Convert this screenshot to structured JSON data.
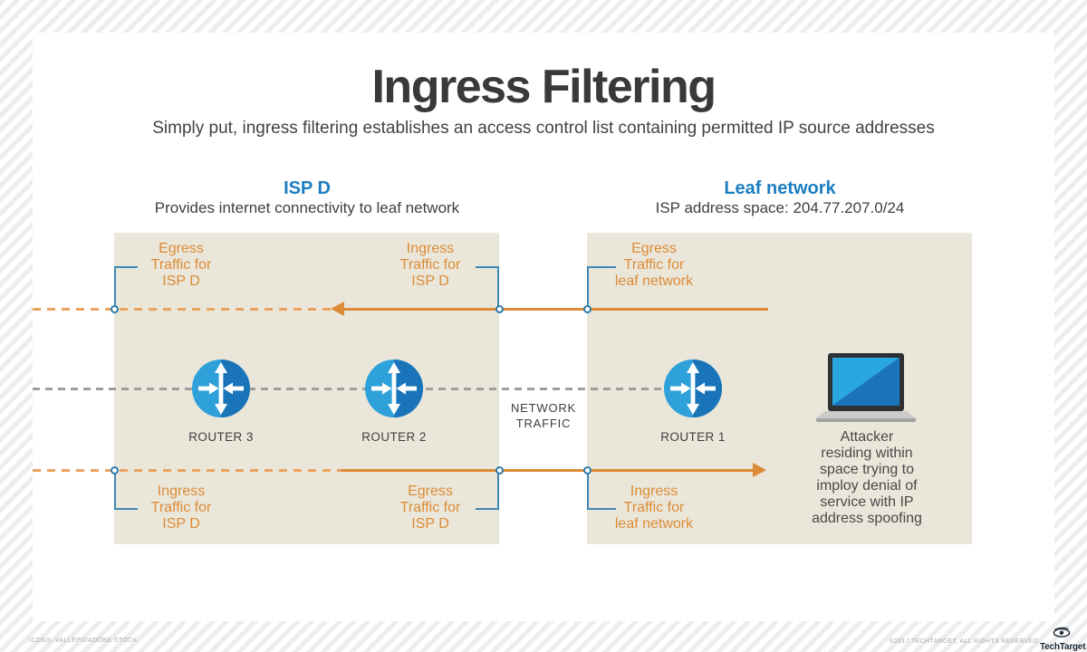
{
  "header": {
    "title": "Ingress Filtering",
    "subtitle": "Simply put, ingress filtering establishes an access control list containing permitted IP source addresses"
  },
  "isp_section": {
    "title": "ISP D",
    "subtitle": "Provides internet connectivity to leaf network"
  },
  "leaf_section": {
    "title": "Leaf network",
    "subtitle": "ISP address space: 204.77.207.0/24"
  },
  "flow_labels": {
    "top_left": "Egress\nTraffic for\nISP D",
    "top_middle": "Ingress\nTraffic for\nISP D",
    "top_right": "Egress\nTraffic for\nleaf network",
    "bottom_left": "Ingress\nTraffic for\nISP D",
    "bottom_middle": "Egress\nTraffic for\nISP D",
    "bottom_right": "Ingress\nTraffic for\nleaf network"
  },
  "center_label": "NETWORK\nTRAFFIC",
  "routers": [
    {
      "label": "ROUTER 3"
    },
    {
      "label": "ROUTER 2"
    },
    {
      "label": "ROUTER 1"
    }
  ],
  "attacker_caption": "Attacker\nresiding within\nspace trying to\nimploy denial of\nservice with IP\naddress spoofing",
  "footer": {
    "credits": "ICONS: VALLEPU/ADOBE STOCK",
    "copyright": "©2017 TECHTARGET, ALL RIGHTS RESERVED",
    "brand": "TechTarget"
  },
  "colors": {
    "accent_blue": "#1c7dc0",
    "bracket_blue": "#4187b5",
    "orange_solid": "#dd8b36",
    "orange_dash": "#e9a35f",
    "panel_beige": "#eae7da",
    "router_light": "#2ea1da",
    "router_dark": "#1a74b9",
    "text_dark": "#39393b"
  }
}
